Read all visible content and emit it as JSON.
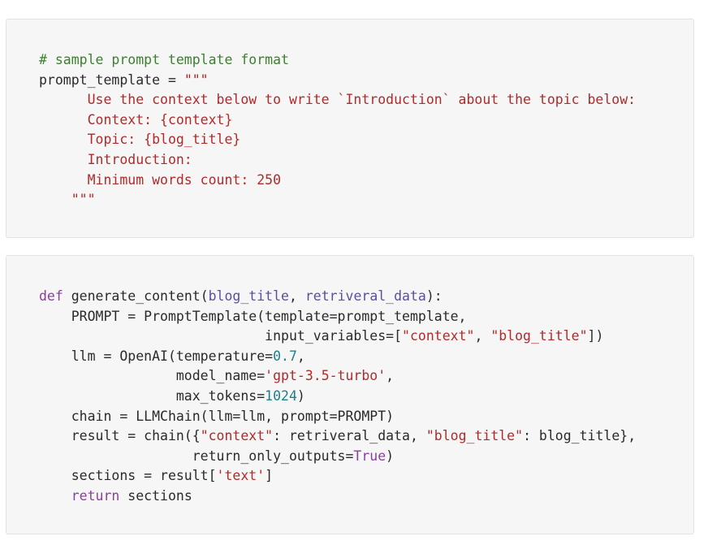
{
  "blocks": [
    {
      "lines": [
        [
          {
            "t": "# sample prompt template format",
            "k": "comment"
          }
        ],
        [
          {
            "t": "prompt_template = ",
            "k": "plain"
          },
          {
            "t": "\"\"\"",
            "k": "string"
          }
        ],
        [
          {
            "t": "      Use the context below to write `Introduction` about the topic below:",
            "k": "string"
          }
        ],
        [
          {
            "t": "      Context: {context}",
            "k": "string"
          }
        ],
        [
          {
            "t": "      Topic: {blog_title}",
            "k": "string"
          }
        ],
        [
          {
            "t": "      Introduction:",
            "k": "string"
          }
        ],
        [
          {
            "t": "      Minimum words count: 250",
            "k": "string"
          }
        ],
        [
          {
            "t": "    \"\"\"",
            "k": "string"
          }
        ]
      ]
    },
    {
      "lines": [
        [
          {
            "t": "def",
            "k": "keyword"
          },
          {
            "t": " generate_content(",
            "k": "plain"
          },
          {
            "t": "blog_title",
            "k": "param"
          },
          {
            "t": ", ",
            "k": "plain"
          },
          {
            "t": "retriveral_data",
            "k": "param"
          },
          {
            "t": "):",
            "k": "plain"
          }
        ],
        [
          {
            "t": "    PROMPT = PromptTemplate(template=prompt_template,",
            "k": "plain"
          }
        ],
        [
          {
            "t": "                            input_variables=[",
            "k": "plain"
          },
          {
            "t": "\"context\"",
            "k": "string"
          },
          {
            "t": ", ",
            "k": "plain"
          },
          {
            "t": "\"blog_title\"",
            "k": "string"
          },
          {
            "t": "])",
            "k": "plain"
          }
        ],
        [
          {
            "t": "    llm = OpenAI(temperature=",
            "k": "plain"
          },
          {
            "t": "0.7",
            "k": "number"
          },
          {
            "t": ",",
            "k": "plain"
          }
        ],
        [
          {
            "t": "                 model_name=",
            "k": "plain"
          },
          {
            "t": "'gpt-3.5-turbo'",
            "k": "string"
          },
          {
            "t": ",",
            "k": "plain"
          }
        ],
        [
          {
            "t": "                 max_tokens=",
            "k": "plain"
          },
          {
            "t": "1024",
            "k": "number"
          },
          {
            "t": ")",
            "k": "plain"
          }
        ],
        [
          {
            "t": "    chain = LLMChain(llm=llm, prompt=PROMPT)",
            "k": "plain"
          }
        ],
        [
          {
            "t": "    result = chain({",
            "k": "plain"
          },
          {
            "t": "\"context\"",
            "k": "string"
          },
          {
            "t": ": retriveral_data, ",
            "k": "plain"
          },
          {
            "t": "\"blog_title\"",
            "k": "string"
          },
          {
            "t": ": blog_title},",
            "k": "plain"
          }
        ],
        [
          {
            "t": "                   return_only_outputs=",
            "k": "plain"
          },
          {
            "t": "True",
            "k": "keyword"
          },
          {
            "t": ")",
            "k": "plain"
          }
        ],
        [
          {
            "t": "    sections = result[",
            "k": "plain"
          },
          {
            "t": "'text'",
            "k": "string"
          },
          {
            "t": "]",
            "k": "plain"
          }
        ],
        [
          {
            "t": "    ",
            "k": "plain"
          },
          {
            "t": "return",
            "k": "keyword"
          },
          {
            "t": " sections",
            "k": "plain"
          }
        ]
      ]
    }
  ]
}
